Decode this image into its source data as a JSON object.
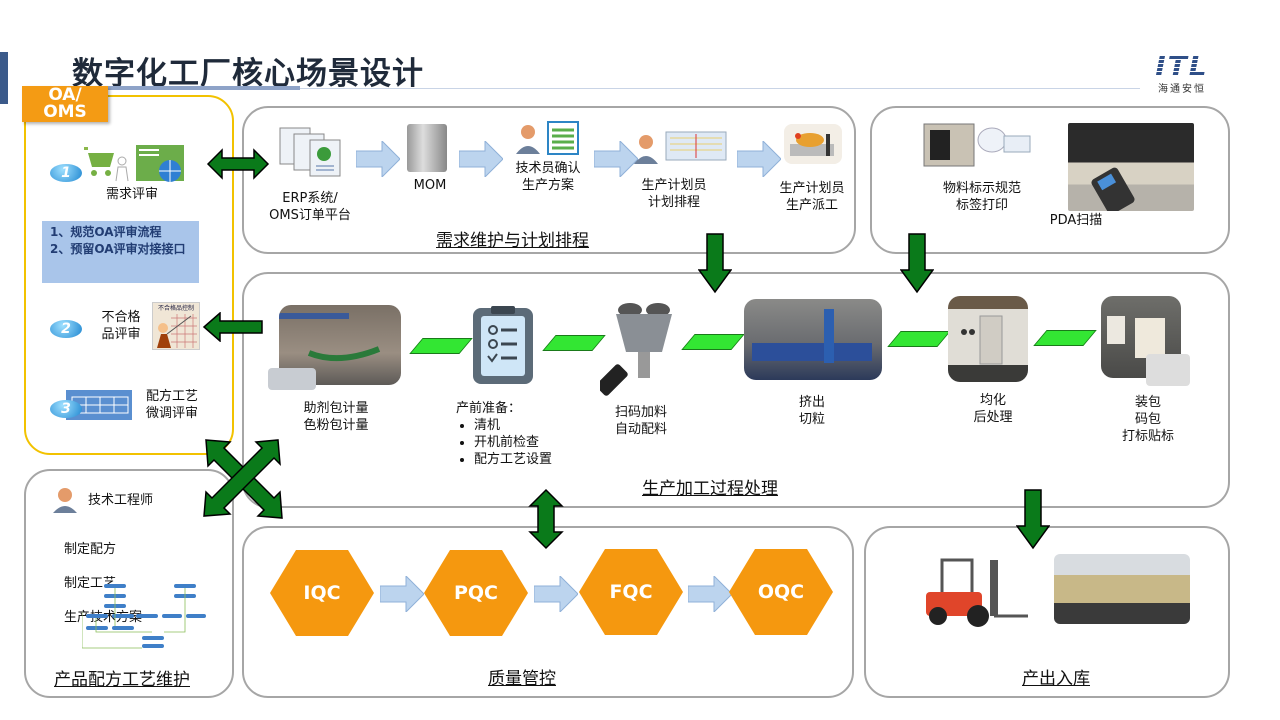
{
  "header": {
    "title": "数字化工厂核心场景设计",
    "logo_mark": "ITL",
    "logo_sub": "海通安恒"
  },
  "oa_panel": {
    "tag": "OA/\nOMS",
    "items": [
      {
        "badge": "1",
        "label": "需求评审",
        "icon": "cart-user-web-icon"
      },
      {
        "badge": "2",
        "label": "不合格\n品评审",
        "icon": "nonconforming-control-icon",
        "icon_caption": "不合格品控制"
      },
      {
        "badge": "3",
        "label": "配方工艺\n微调评审",
        "icon": "table-grid-icon"
      }
    ],
    "notes": [
      "1、规范OA评审流程",
      "2、预留OA评审对接接口"
    ]
  },
  "planning_panel": {
    "title": "需求维护与计划排程",
    "steps": [
      {
        "label": "ERP系统/\nOMS订单平台",
        "icon": "web-documents-icon"
      },
      {
        "label": "MOM",
        "icon": "server-tower-icon"
      },
      {
        "label": "技术员确认\n生产方案",
        "icon": "person-spreadsheet-icon"
      },
      {
        "label": "生产计划员\n计划排程",
        "icon": "person-schedule-icon"
      },
      {
        "label": "生产计划员\n生产派工",
        "icon": "dispatch-workers-icon"
      }
    ]
  },
  "labeling_panel": {
    "items": [
      {
        "label": "物料标示规范\n标签打印",
        "icon": "label-printer-icon"
      },
      {
        "label": "PDA扫描",
        "icon": "warehouse-pda-photo"
      }
    ]
  },
  "production_panel": {
    "title": "生产加工过程处理",
    "steps": [
      {
        "label": "助剂包计量\n色粉包计量",
        "icon": "weighing-room-photo"
      },
      {
        "label": "产前准备：",
        "icon": "checklist-clipboard-icon",
        "bullets": [
          "清机",
          "开机前检查",
          "配方工艺设置"
        ]
      },
      {
        "label": "扫码加料\n自动配料",
        "icon": "auto-dosing-machine-photo"
      },
      {
        "label": "挤出\n切粒",
        "icon": "extruder-line-photo"
      },
      {
        "label": "均化\n后处理",
        "icon": "homogenizer-photo"
      },
      {
        "label": "装包\n码包\n打标贴标",
        "icon": "bagging-photo"
      }
    ]
  },
  "recipe_panel": {
    "title": "产品配方工艺维护",
    "role": "技术工程师",
    "duties": [
      "制定配方",
      "制定工艺",
      "生产技术方案"
    ]
  },
  "quality_panel": {
    "title": "质量管控",
    "stages": [
      "IQC",
      "PQC",
      "FQC",
      "OQC"
    ]
  },
  "warehouse_panel": {
    "title": "产出入库",
    "icons": [
      "forklift-icon",
      "warehouse-photo"
    ]
  },
  "colors": {
    "accent_orange": "#f5980f",
    "arrow_green": "#0a7a1a",
    "connector_green": "#33e633",
    "oa_border": "#f2c200",
    "note_bg": "#a9c5ea"
  }
}
